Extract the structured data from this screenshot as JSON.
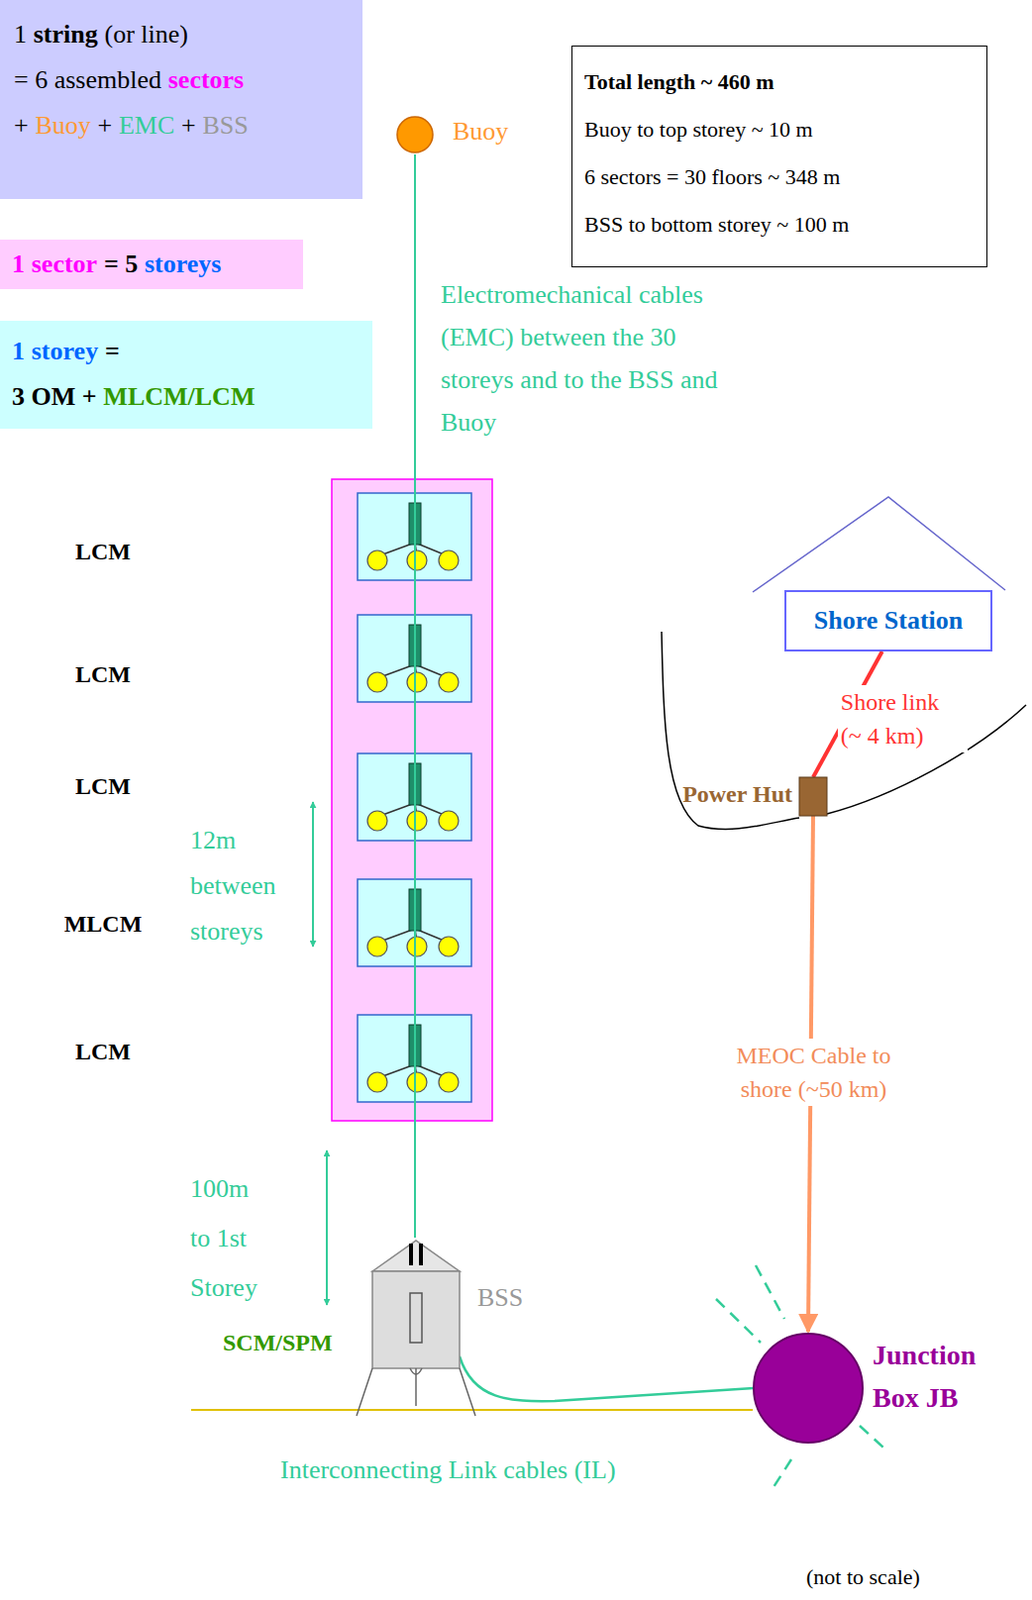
{
  "diagram": {
    "nodes": [
      {
        "text": [
          "1",
          "string",
          "(or line)",
          "= 6 assembled",
          "sectors",
          "+",
          "Buoy",
          "+",
          "EMC",
          "+",
          "BSS"
        ]
      },
      {
        "text": [
          "1",
          "sector",
          "= 5",
          "storeys"
        ]
      },
      {
        "text": [
          "1",
          "storey",
          "=",
          "3 OM +",
          "MLCM/LCM"
        ]
      },
      {
        "text": [
          "Total length ~ 460 m",
          "Buoy  to top storey ~ 10 m",
          "6 sectors = 30 floors ~ 348 m",
          "BSS to bottom storey  ~ 100 m"
        ]
      },
      {
        "text": [
          "Buoy"
        ]
      },
      {
        "text": [
          "Shore Station"
        ]
      },
      {
        "text": [
          "Power Hut"
        ]
      },
      {
        "text": [
          "BSS"
        ]
      },
      {
        "text": [
          "Junction Box JB"
        ]
      }
    ],
    "edges": [
      {
        "from": 4,
        "to": 7,
        "arrow": "none"
      },
      {
        "from": 7,
        "to": 8,
        "arrow": "none"
      },
      {
        "from": 5,
        "to": 6,
        "arrow": "none",
        "label": "Shore link (~ 4 km)"
      },
      {
        "from": 6,
        "to": 8,
        "arrow": "to",
        "label": "MEOC Cable to shore (~50 km)"
      }
    ],
    "labels": [
      "Electromechanical cables (EMC) between the 30 storeys and to the BSS and Buoy",
      "LCM",
      "LCM",
      "LCM",
      "MLCM",
      "LCM",
      "12m between storeys",
      "100m to 1st Storey",
      "SCM/SPM",
      "Interconnecting Link cables (IL)",
      "(not to scale)"
    ]
  }
}
